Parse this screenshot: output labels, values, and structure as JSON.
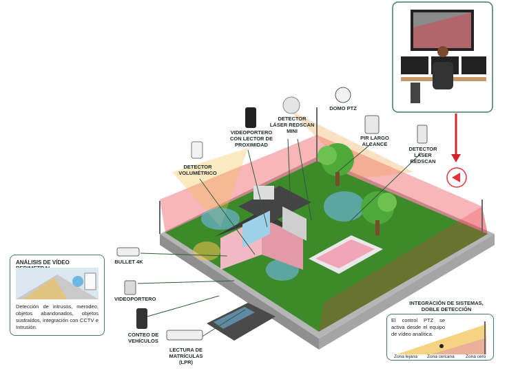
{
  "labels": {
    "videoportero_lector": "VIDEOPORTERO\nCON LECTOR DE\nPROXIMIDAD",
    "detector_laser_mini": "DETECTOR\nLÁSER REDSCAN\nMINI",
    "domo_ptz": "DOMO PTZ",
    "pir_largo_alcance": "PIR LARGO\nALCANCE",
    "detector_laser_redscan": "DETECTOR\nLÁSER\nREDSCAN",
    "detector_volumetrico": "DETECTOR\nVOLUMÉTRICO",
    "bullet_4k": "BULLET 4K",
    "videoportero": "VIDEOPORTERO",
    "conteo_vehiculos": "CONTEO DE\nVEHÍCULOS",
    "lectura_matriculas": "LECTURA DE\nMATRÍCULAS\n(LPR)"
  },
  "analisis_panel": {
    "title": "ANÁLISIS DE VÍDEO PERIMETRAL",
    "text": "Detección de intrusos, merodeo, objetos abandonados, objetos sustraídos, integración con CCTV e Intrusión."
  },
  "integracion_panel": {
    "title": "INTEGRACIÓN DE SISTEMAS,\nDOBLE DETECCIÓN",
    "text": "El control PTZ se activa desde el equipo de vídeo analítica.",
    "zones": [
      "Zona lejana",
      "Zona cercana",
      "Zona cero"
    ]
  },
  "colors": {
    "grass": "#3d8a2a",
    "wall": "#c9c9c9",
    "alarm_red": "#e8303a",
    "accent": "#3f7a6a"
  }
}
